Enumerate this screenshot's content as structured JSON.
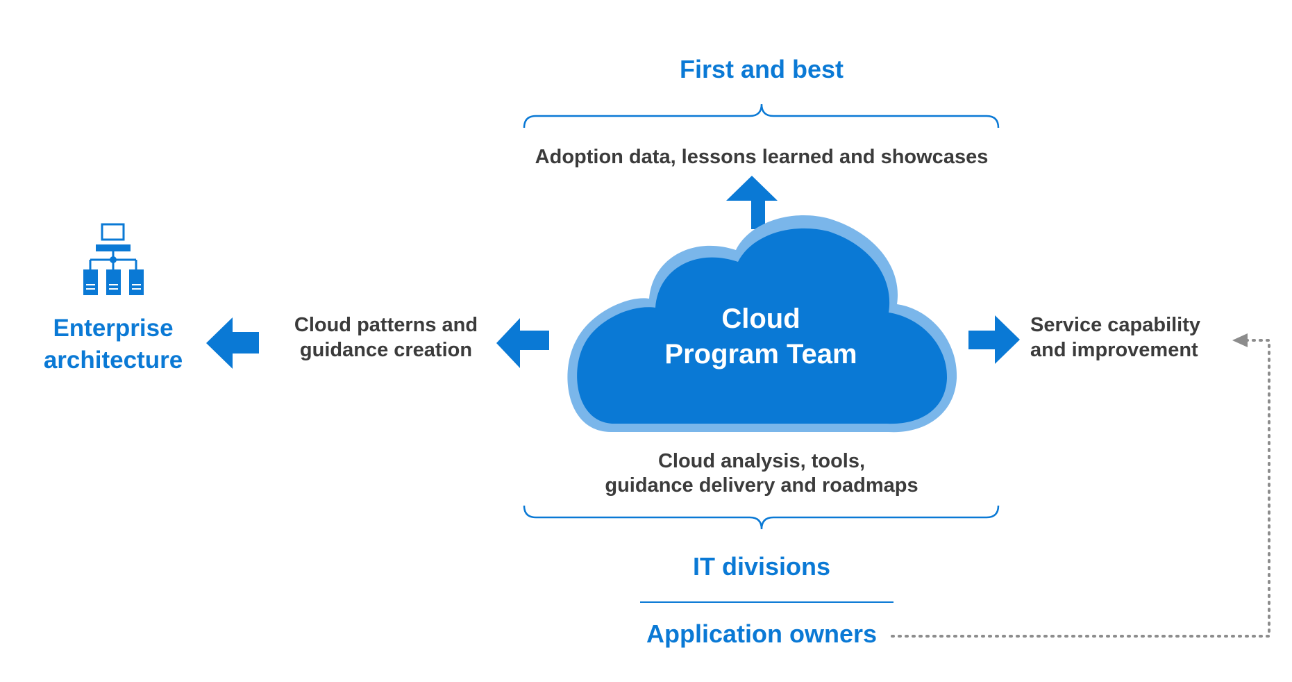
{
  "colors": {
    "accent": "#0a79d5",
    "cloud_fill": "#0a79d5",
    "cloud_outline": "#7ab6ea",
    "text_dark": "#3b3b3b",
    "dotted_line": "#8c8c8c"
  },
  "top": {
    "title": "First and best",
    "caption": "Adoption data, lessons learned and showcases"
  },
  "cloud": {
    "line1": "Cloud",
    "line2": "Program Team"
  },
  "left": {
    "caption_line1": "Cloud patterns and",
    "caption_line2": "guidance creation",
    "target_line1": "Enterprise",
    "target_line2": "architecture",
    "icon": "network-servers-icon"
  },
  "right": {
    "caption_line1": "Service capability",
    "caption_line2": "and improvement"
  },
  "bottom": {
    "caption_line1": "Cloud analysis, tools,",
    "caption_line2": "guidance delivery and roadmaps",
    "group1": "IT divisions",
    "group2": "Application owners"
  }
}
